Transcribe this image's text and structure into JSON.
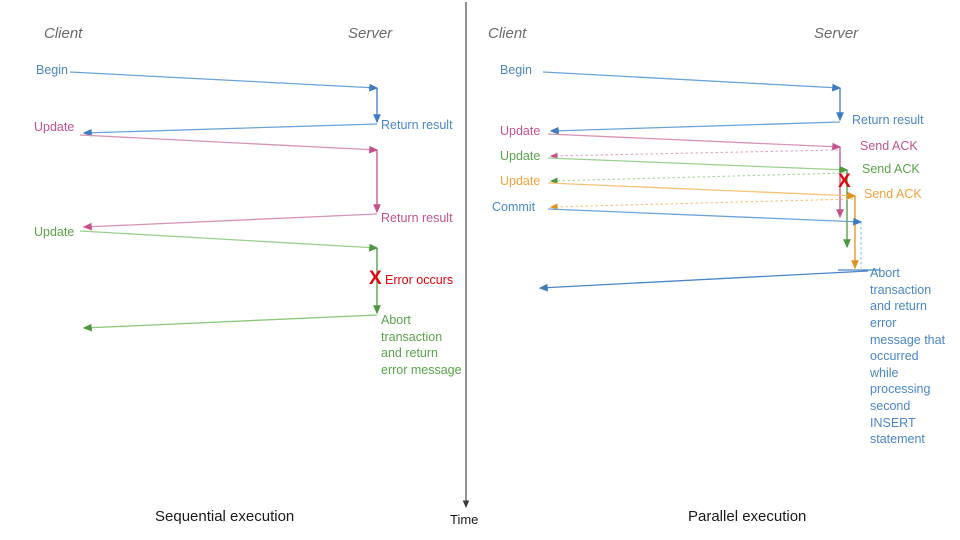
{
  "figure": {
    "title_left": "Sequential execution",
    "title_right": "Parallel execution",
    "time_axis_label": "Time",
    "colors": {
      "blue": "#4a86c8",
      "pink": "#c4538b",
      "green": "#5aa44a",
      "orange": "#f0a23c",
      "red": "#e8000d",
      "gray": "#6b6b6b",
      "black": "#1a1a1a"
    }
  },
  "left_panel": {
    "header_client": "Client",
    "header_server": "Server",
    "caption": "Sequential execution",
    "client_labels": [
      {
        "text": "Begin",
        "color": "#4a86c8"
      },
      {
        "text": "Update",
        "color": "#c4538b"
      },
      {
        "text": "Update",
        "color": "#5aa44a"
      }
    ],
    "server_labels": [
      {
        "text": "Return result",
        "color": "#4a86c8"
      },
      {
        "text": "Return result",
        "color": "#c4538b"
      },
      {
        "text": "Error occurs",
        "color": "#e8000d"
      },
      {
        "text": "Abort transaction and return error message",
        "color": "#5aa44a"
      }
    ],
    "error_marker": "X"
  },
  "right_panel": {
    "header_client": "Client",
    "header_server": "Server",
    "caption": "Parallel execution",
    "client_labels": [
      {
        "text": "Begin",
        "color": "#4a86c8"
      },
      {
        "text": "Update",
        "color": "#c4538b"
      },
      {
        "text": "Update",
        "color": "#5aa44a"
      },
      {
        "text": "Update",
        "color": "#f0a23c"
      },
      {
        "text": "Commit",
        "color": "#4a86c8"
      }
    ],
    "server_labels": [
      {
        "text": "Return result",
        "color": "#4a86c8"
      },
      {
        "text": "Send ACK",
        "color": "#c4538b"
      },
      {
        "text": "Send ACK",
        "color": "#5aa44a"
      },
      {
        "text": "Send ACK",
        "color": "#f0a23c"
      },
      {
        "text": "Abort transaction and return error message that occurred while processing second INSERT statement",
        "color": "#4a86c8"
      }
    ],
    "error_marker": "X"
  }
}
